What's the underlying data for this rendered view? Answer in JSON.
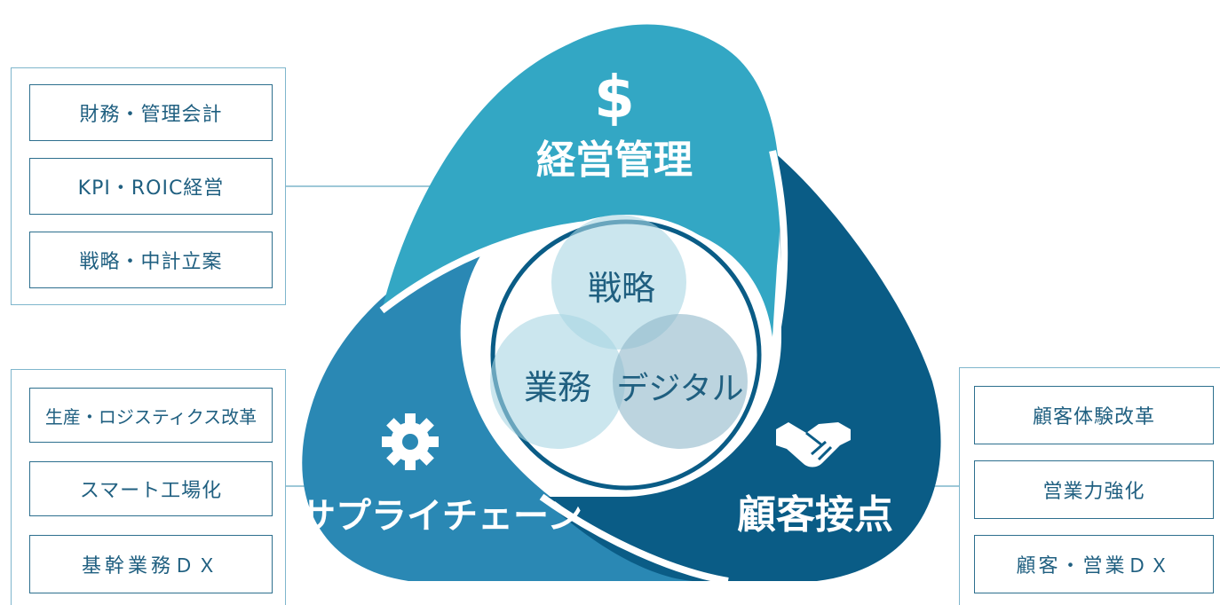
{
  "segments": {
    "top": {
      "label": "経営管理",
      "icon": "dollar-icon",
      "color": "#33a7c4"
    },
    "left": {
      "label": "サプライチェーン",
      "icon": "gear-icon",
      "color": "#2a88b4"
    },
    "right": {
      "label": "顧客接点",
      "icon": "handshake-icon",
      "color": "#0a5c86"
    }
  },
  "center": {
    "top": "戦略",
    "left": "業務",
    "right": "デジタル"
  },
  "panels": {
    "management": [
      "財務・管理会計",
      "KPI・ROIC経営",
      "戦略・中計立案"
    ],
    "supply_chain": [
      "生産・ロジスティクス改革",
      "スマート工場化",
      "基幹業務ＤＸ"
    ],
    "customer": [
      "顧客体験改革",
      "営業力強化",
      "顧客・営業ＤＸ"
    ]
  }
}
